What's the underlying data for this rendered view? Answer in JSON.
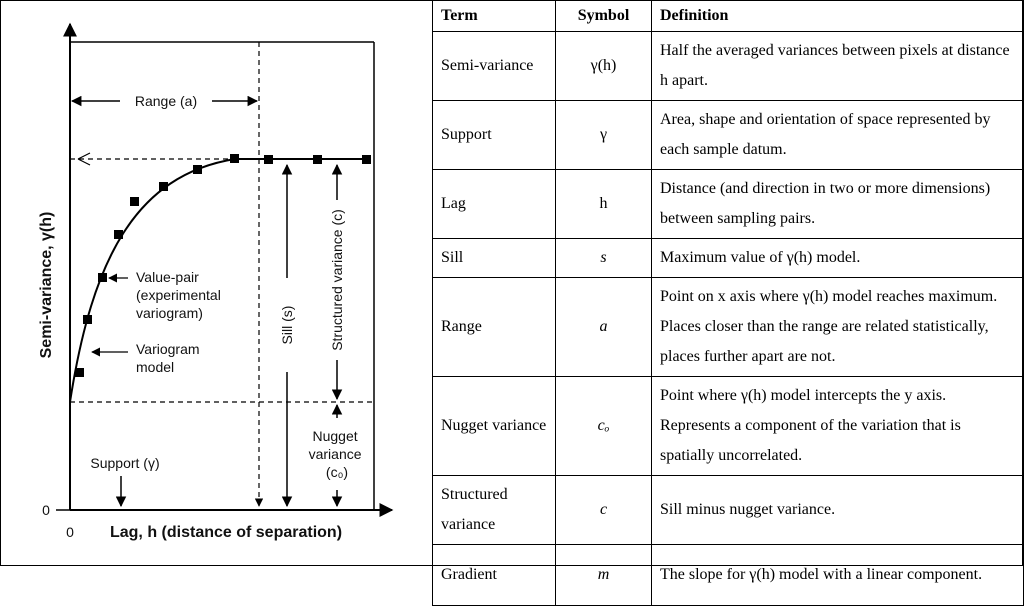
{
  "figure": {
    "y_axis_label": "Semi-variance, γ(h)",
    "x_axis_label": "Lag, h (distance of separation)",
    "origin_x_tick": "0",
    "origin_y_tick": "0",
    "range_label": "Range (a)",
    "value_pair_label": [
      "Value-pair",
      "(experimental",
      "variogram)"
    ],
    "model_label": [
      "Variogram",
      "model"
    ],
    "sill_label": "Sill (s)",
    "structured_label": "Structured variance (c)",
    "nugget_label": [
      "Nugget",
      "variance",
      "(c₀)"
    ],
    "support_label": "Support (γ)"
  },
  "table": {
    "headers": [
      "Term",
      "Symbol",
      "Definition"
    ],
    "rows": [
      {
        "term": "Semi-variance",
        "symbol": "γ(h)",
        "definition": "Half the averaged variances between pixels at distance h apart."
      },
      {
        "term": "Support",
        "symbol": "γ",
        "definition": "Area, shape and orientation of space represented by each sample datum."
      },
      {
        "term": "Lag",
        "symbol": "h",
        "definition": "Distance (and direction in two or more dimensions) between sampling pairs."
      },
      {
        "term": "Sill",
        "symbol": "s",
        "definition": "Maximum value of γ(h) model."
      },
      {
        "term": "Range",
        "symbol": "a",
        "definition": "Point on x axis where γ(h) model reaches maximum. Places closer than the range are related statistically, places further apart are not."
      },
      {
        "term": "Nugget variance",
        "symbol": "cₒ",
        "definition": "Point where γ(h) model intercepts the y axis. Represents a component of the variation that is spatially uncorrelated."
      },
      {
        "term": "Structured variance",
        "symbol": "c",
        "definition": "Sill minus nugget variance."
      },
      {
        "term": "Gradient",
        "symbol": "m",
        "definition": "The slope for γ(h) model with a linear component."
      }
    ]
  }
}
